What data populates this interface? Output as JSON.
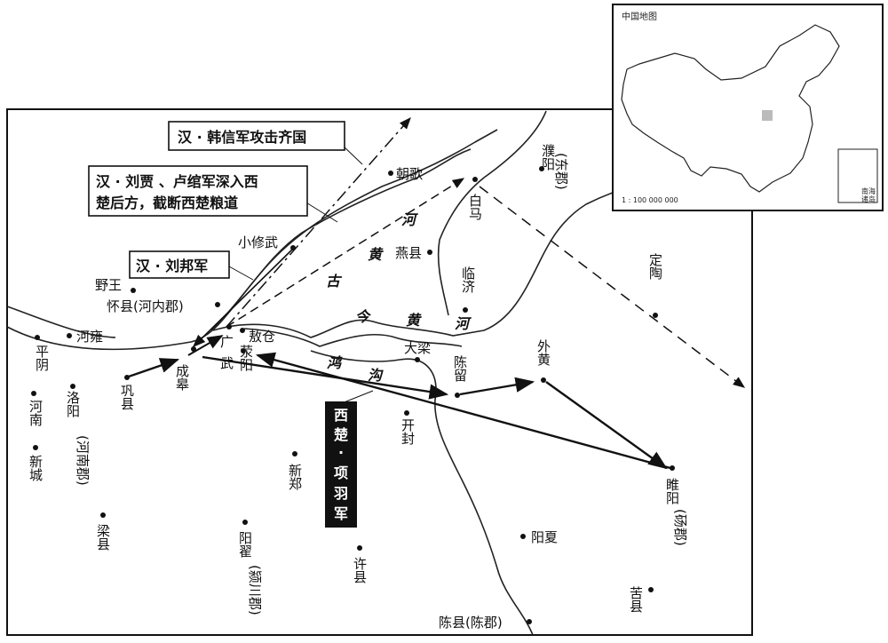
{
  "inset": {
    "title": "中国地图",
    "scale": "1 : 100 000 000",
    "nanhai_1": "南海",
    "nanhai_2": "诸岛"
  },
  "labels": {
    "hanxin": "汉 · 韩信军攻击齐国",
    "liujia_1": "汉 · 刘贾 、卢绾军深入西",
    "liujia_2": "楚后方，截断西楚粮道",
    "liubang": "汉 · 刘邦军",
    "xiangyu_1": "西",
    "xiangyu_2": "楚",
    "xiangyu_3": "·",
    "xiangyu_4": "项",
    "xiangyu_5": "羽",
    "xiangyu_6": "军"
  },
  "rivers": {
    "gu_he": "河",
    "gu_huang": "黄",
    "gu_gu": "古",
    "jin": "今",
    "jin_huang": "黄",
    "jin_he": "河",
    "hong": "鸿",
    "gou": "沟"
  },
  "places": {
    "puyang_1": "濮阳",
    "puyang_2": "(东郡)",
    "chaoge": "朝歌",
    "baima": "白马",
    "xiaoxiuwu": "小修武",
    "yanxian": "燕县",
    "dingtao": "定陶",
    "linji": "临济",
    "yewang": "野王",
    "huaixian": "怀县(河内郡)",
    "heyong": "河雍",
    "aocang": "敖仓",
    "dalian": "大梁",
    "waihuang": "外黄",
    "pingyin": "平阴",
    "guang": "广",
    "wu": "武",
    "chenggao": "成皋",
    "xingyang": "荥阳",
    "chenliu": "陈留",
    "gongxian": "巩县",
    "henan": "河南",
    "luoyang_1": "洛阳",
    "luoyang_2": "(河南郡)",
    "kaifeng": "开封",
    "xincheng": "新城",
    "xinzheng": "新郑",
    "suiyang_1": "睢阳",
    "suiyang_2": "(砀郡)",
    "liangxian": "梁县",
    "yangzhai_1": "阳翟",
    "yangzhai_2": "(颍川郡)",
    "xuxian": "许县",
    "yangxia": "阳夏",
    "kuxian": "苦县",
    "chenxian": "陈县(陈郡)"
  }
}
